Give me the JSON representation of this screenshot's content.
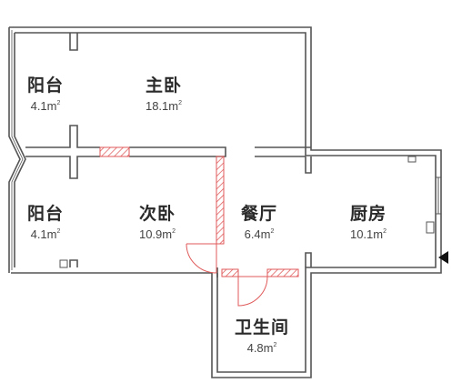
{
  "floor_plan": {
    "rooms": [
      {
        "id": "balcony-top",
        "name": "阳台",
        "area": "4.1m",
        "unit_sup": "2"
      },
      {
        "id": "master-bedroom",
        "name": "主卧",
        "area": "18.1m",
        "unit_sup": "2"
      },
      {
        "id": "balcony-bottom",
        "name": "阳台",
        "area": "4.1m",
        "unit_sup": "2"
      },
      {
        "id": "second-bedroom",
        "name": "次卧",
        "area": "10.9m",
        "unit_sup": "2"
      },
      {
        "id": "dining-room",
        "name": "餐厅",
        "area": "6.4m",
        "unit_sup": "2"
      },
      {
        "id": "kitchen",
        "name": "厨房",
        "area": "10.1m",
        "unit_sup": "2"
      },
      {
        "id": "bathroom",
        "name": "卫生间",
        "area": "4.8m",
        "unit_sup": "2"
      }
    ],
    "colors": {
      "wall": "#555555",
      "new_wall": "#e05a5a",
      "entrance_arrow": "#111111"
    }
  }
}
